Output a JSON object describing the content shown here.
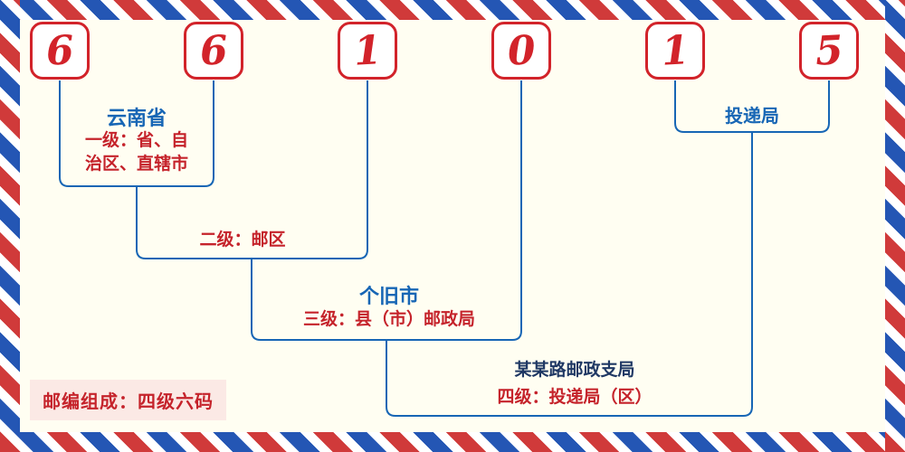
{
  "postal_code": {
    "digits": [
      "6",
      "6",
      "1",
      "0",
      "1",
      "5"
    ]
  },
  "annotations": {
    "province": {
      "name": "云南省",
      "level": "一级：省、自治区、直辖市"
    },
    "zone": {
      "level": "二级：邮区"
    },
    "city": {
      "name": "个旧市",
      "level": "三级：县（市）邮政局"
    },
    "branch": {
      "name": "某某路邮政支局",
      "level": "四级：投递局（区）"
    },
    "delivery": {
      "name": "投递局"
    }
  },
  "footer": {
    "note": "邮编组成：四级六码"
  },
  "colors": {
    "digit_red": "#d2232a",
    "label_red": "#c5232b",
    "label_blue": "#1766b5",
    "line_blue": "#1766b5",
    "dark_label": "#1f3864",
    "note_background": "#fbe9e5",
    "stripe_red": "#d03a3a",
    "stripe_blue": "#2456b4",
    "page_background": "#fffef2"
  }
}
